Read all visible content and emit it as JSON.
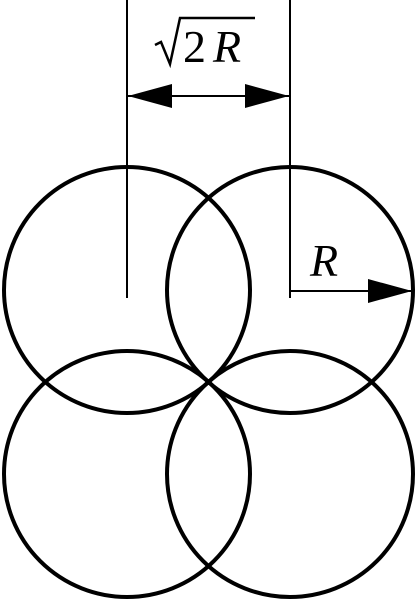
{
  "labels": {
    "spacing_coefficient": "2",
    "spacing_variable": "R",
    "radius_variable": "R"
  },
  "colors": {
    "stroke": "#000000",
    "background": "#ffffff"
  }
}
